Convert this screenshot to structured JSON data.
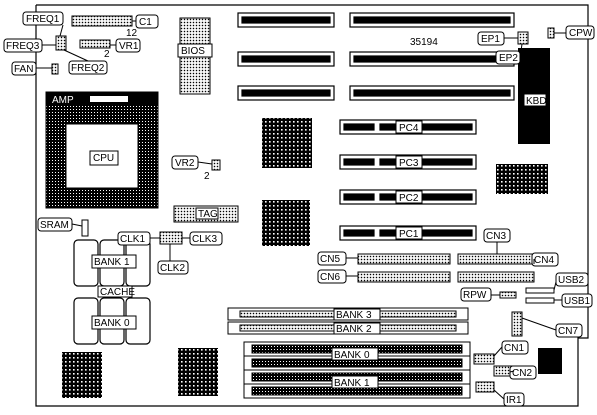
{
  "board_id": "35194",
  "components": {
    "bios": "BIOS",
    "amp": "AMP",
    "cpu": "CPU",
    "kbd": "KBD",
    "tag": "TAG",
    "cache": "CACHE",
    "bank_cache_1": "BANK 1",
    "bank_cache_0": "BANK 0"
  },
  "callouts": {
    "freq1": "FREQ1",
    "freq3": "FREQ3",
    "freq2": "FREQ2",
    "fan": "FAN",
    "c1": "C1",
    "c1_pin": "12",
    "vr1": "VR1",
    "vr1_pin": "2",
    "ep1": "EP1",
    "ep2": "EP2",
    "cpw": "CPW",
    "vr2": "VR2",
    "vr2_pin": "2",
    "pc4": "PC4",
    "pc3": "PC3",
    "pc2": "PC2",
    "pc1": "PC1",
    "sram": "SRAM",
    "clk1": "CLK1",
    "clk2": "CLK2",
    "clk3": "CLK3",
    "cn3": "CN3",
    "cn4": "CN4",
    "cn5": "CN5",
    "cn6": "CN6",
    "rpw": "RPW",
    "usb2": "USB2",
    "usb1": "USB1",
    "cn7": "CN7",
    "cn1": "CN1",
    "cn2": "CN2",
    "ir1": "IR1",
    "simm_bank3": "BANK 3",
    "simm_bank2": "BANK 2",
    "dimm_bank0": "BANK 0",
    "dimm_bank1": "BANK 1"
  }
}
